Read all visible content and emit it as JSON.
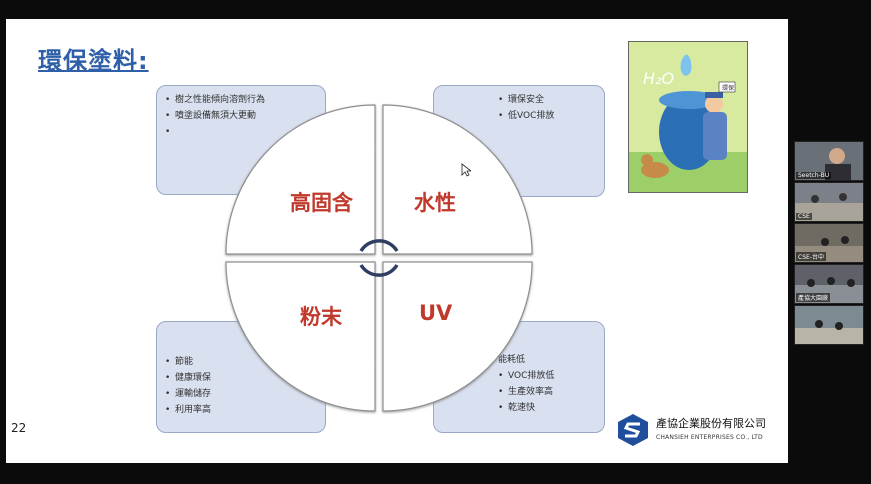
{
  "slide": {
    "title": "環保塗料:",
    "page_number": "22",
    "quadrants": {
      "top_left": "高固含",
      "top_right": "水性",
      "bottom_left": "粉末",
      "bottom_right": "UV"
    },
    "boxes": {
      "top_left": [
        "樹之性能傾向溶劑行為",
        "噴塗設備無須大更動",
        ""
      ],
      "top_right": [
        "環保安全",
        "低VOC排放"
      ],
      "bottom_left": [
        "節能",
        "健康環保",
        "運輸儲存",
        "利用率高"
      ],
      "bottom_right": [
        "能耗低",
        "VOC排放低",
        "生產效率高",
        "乾速快"
      ]
    },
    "cartoon_sign": "環保",
    "logo": {
      "company_name": "產協企業股份有限公司",
      "company_name_en": "CHANSIEH ENTERPRISES CO., LTD"
    }
  },
  "participants": [
    {
      "name": "Seetch-BU"
    },
    {
      "name": "CSE"
    },
    {
      "name": "CSE-台中"
    },
    {
      "name": "產協大園廠"
    },
    {
      "name": ""
    }
  ],
  "colors": {
    "title": "#2e5fa8",
    "quadrant_label": "#c0392b",
    "box_fill": "#d9e0ef",
    "box_border": "#9aa8c8"
  }
}
